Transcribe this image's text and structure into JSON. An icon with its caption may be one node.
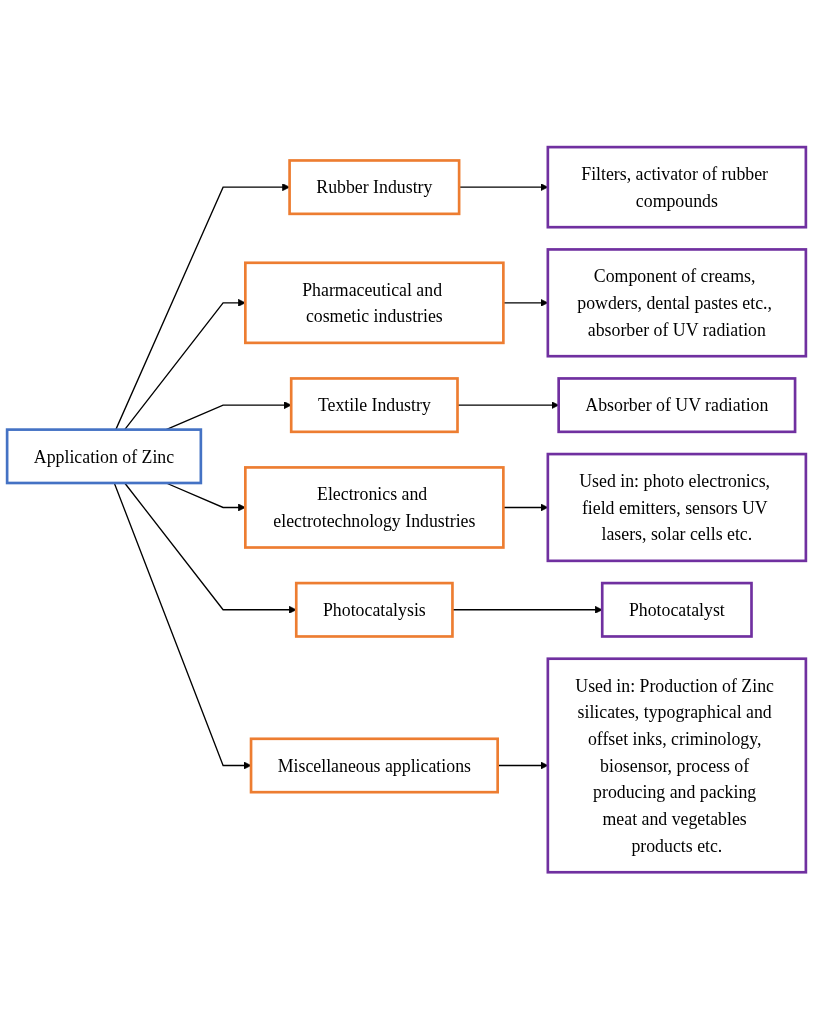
{
  "diagram": {
    "nodes": [
      {
        "text": [
          "Application of Zinc"
        ]
      },
      {
        "text": [
          "Rubber Industry"
        ]
      },
      {
        "text": [
          "Filters, activator of rubber compounds"
        ]
      },
      {
        "text": [
          "Pharmaceutical and cosmetic industries"
        ]
      },
      {
        "text": [
          "Component of creams, powders, dental pastes etc., absorber of UV radiation"
        ]
      },
      {
        "text": [
          "Textile Industry"
        ]
      },
      {
        "text": [
          "Absorber of UV radiation"
        ]
      },
      {
        "text": [
          "Electronics and electrotechnology Industries"
        ]
      },
      {
        "text": [
          "Used in: photo electronics, field emitters, sensors UV lasers, solar cells etc."
        ]
      },
      {
        "text": [
          "Photocatalysis"
        ]
      },
      {
        "text": [
          "Photocatalyst"
        ]
      },
      {
        "text": [
          "Miscellaneous applications"
        ]
      },
      {
        "text": [
          "Used in: Production of Zinc silicates, typographical and offset inks, criminology, biosensor, process of producing and packing meat and vegetables products etc."
        ]
      }
    ],
    "edges": [
      {
        "from": 0,
        "to": 1,
        "arrow": "to"
      },
      {
        "from": 0,
        "to": 3,
        "arrow": "to"
      },
      {
        "from": 0,
        "to": 5,
        "arrow": "to"
      },
      {
        "from": 0,
        "to": 7,
        "arrow": "to"
      },
      {
        "from": 0,
        "to": 9,
        "arrow": "to"
      },
      {
        "from": 0,
        "to": 11,
        "arrow": "to"
      },
      {
        "from": 1,
        "to": 2,
        "arrow": "to"
      },
      {
        "from": 3,
        "to": 4,
        "arrow": "to"
      },
      {
        "from": 5,
        "to": 6,
        "arrow": "to"
      },
      {
        "from": 7,
        "to": 8,
        "arrow": "to"
      },
      {
        "from": 9,
        "to": 10,
        "arrow": "to"
      },
      {
        "from": 11,
        "to": 12,
        "arrow": "to"
      }
    ]
  }
}
